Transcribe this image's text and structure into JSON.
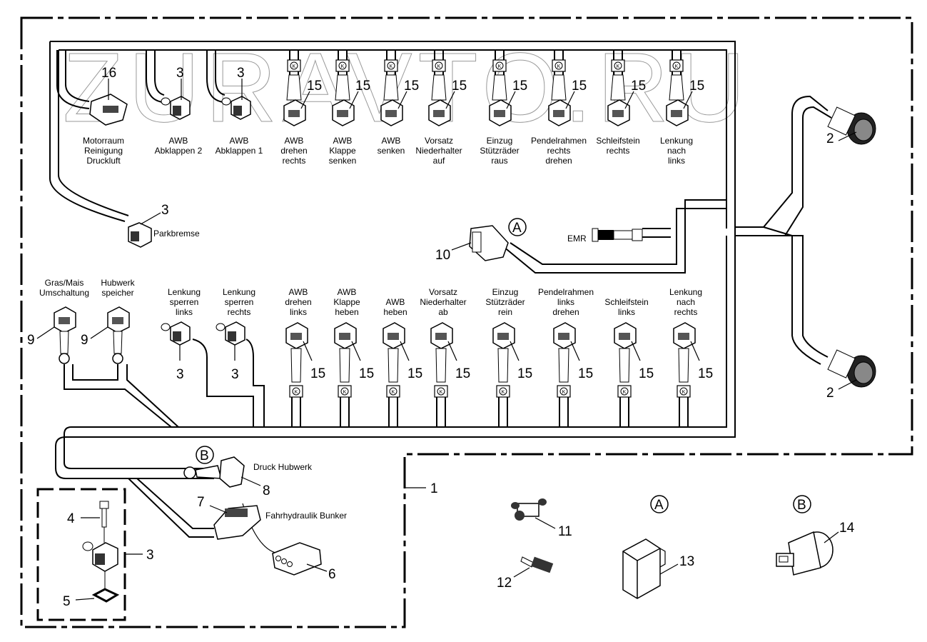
{
  "watermark": "ZURAVTO.RU",
  "top_row": [
    {
      "label": [
        "Motorraum",
        "Reinigung",
        "Druckluft"
      ],
      "part": "16",
      "type": "plug16"
    },
    {
      "label": [
        "AWB",
        "Abklappen 2"
      ],
      "part": "3",
      "type": "solenoid"
    },
    {
      "label": [
        "AWB",
        "Abklappen 1"
      ],
      "part": "3",
      "type": "solenoid"
    },
    {
      "label": [
        "AWB",
        "drehen",
        "rechts"
      ],
      "part": "15",
      "type": "valve"
    },
    {
      "label": [
        "AWB",
        "Klappe",
        "senken"
      ],
      "part": "15",
      "type": "valve"
    },
    {
      "label": [
        "AWB",
        "senken"
      ],
      "part": "15",
      "type": "valve"
    },
    {
      "label": [
        "Vorsatz",
        "Niederhalter",
        "auf"
      ],
      "part": "15",
      "type": "valve"
    },
    {
      "label": [
        "Einzug",
        "Stützräder",
        "raus"
      ],
      "part": "15",
      "type": "valve"
    },
    {
      "label": [
        "Pendelrahmen",
        "rechts",
        "drehen"
      ],
      "part": "15",
      "type": "valve"
    },
    {
      "label": [
        "Schleifstein",
        "rechts"
      ],
      "part": "15",
      "type": "valve"
    },
    {
      "label": [
        "Lenkung",
        "nach",
        "links"
      ],
      "part": "15",
      "type": "valve"
    }
  ],
  "bottom_row": [
    {
      "label": [
        "Gras/Mais",
        "Umschaltung"
      ],
      "part": "9"
    },
    {
      "label": [
        "Hubwerk",
        "speicher"
      ],
      "part": "9"
    },
    {
      "label": [
        "Lenkung",
        "sperren",
        "links"
      ],
      "part": "3"
    },
    {
      "label": [
        "Lenkung",
        "sperren",
        "rechts"
      ],
      "part": "3"
    },
    {
      "label": [
        "AWB",
        "drehen",
        "links"
      ],
      "part": "15"
    },
    {
      "label": [
        "AWB",
        "Klappe",
        "heben"
      ],
      "part": "15"
    },
    {
      "label": [
        "AWB",
        "heben"
      ],
      "part": "15"
    },
    {
      "label": [
        "Vorsatz",
        "Niederhalter",
        "ab"
      ],
      "part": "15"
    },
    {
      "label": [
        "Einzug",
        "Stützräder",
        "rein"
      ],
      "part": "15"
    },
    {
      "label": [
        "Pendelrahmen",
        "links",
        "drehen"
      ],
      "part": "15"
    },
    {
      "label": [
        "Schleifstein",
        "links"
      ],
      "part": "15"
    },
    {
      "label": [
        "Lenkung",
        "nach",
        "rechts"
      ],
      "part": "15"
    }
  ],
  "misc_labels": {
    "parkbremse": "Parkbremse",
    "parkbremse_part": "3",
    "emr": "EMR",
    "druck_hubwerk": "Druck Hubwerk",
    "fahrhydraulik": "Fahrhydraulik Bunker",
    "callout_a": "A",
    "callout_b": "B",
    "clip_letter": "K"
  },
  "parts": {
    "p1": "1",
    "p2a": "2",
    "p2b": "2",
    "p3_detail": "3",
    "p4": "4",
    "p5": "5",
    "p6": "6",
    "p7": "7",
    "p8": "8",
    "p10": "10",
    "p11": "11",
    "p12": "12",
    "p13": "13",
    "p14": "14"
  }
}
